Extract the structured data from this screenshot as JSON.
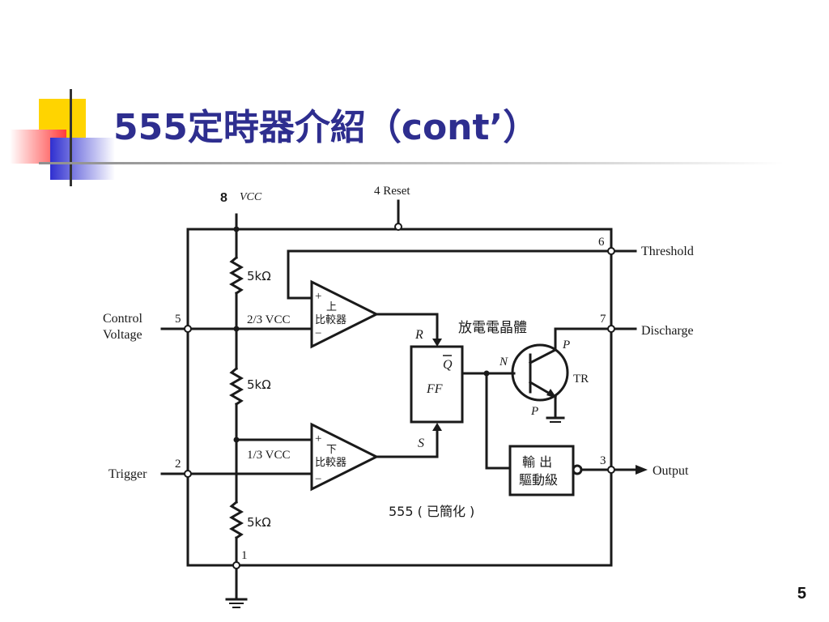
{
  "slide": {
    "title_prefix": "555",
    "title_cjk": "定時器介紹（",
    "title_suffix": "cont’",
    "title_close": "）",
    "page_number": "5"
  },
  "diagram": {
    "pin8": "8",
    "vcc_label": "VCC",
    "reset": "4 Reset",
    "pin6": "6",
    "threshold": "Threshold",
    "pin7": "7",
    "discharge": "Discharge",
    "pin5": "5",
    "control_line1": "Control",
    "control_line2": "Voltage",
    "pin2": "2",
    "trigger": "Trigger",
    "pin3": "3",
    "output": "Output",
    "pin1": "1",
    "resistor_top": "5kΩ",
    "resistor_mid": "5kΩ",
    "resistor_bot": "5kΩ",
    "two_thirds": "2/3 VCC",
    "one_third": "1/3 VCC",
    "upper_comp_plus": "+",
    "upper_comp_minus": "−",
    "upper_comp_mark": "上",
    "upper_comp_name": "比較器",
    "lower_comp_plus": "+",
    "lower_comp_minus": "−",
    "lower_comp_mark": "下",
    "lower_comp_name": "比較器",
    "ff_r": "R",
    "ff_s": "S",
    "ff_qbar": "Q",
    "ff_label": "FF",
    "transistor_title": "放電電晶體",
    "transistor_n": "N",
    "transistor_p_top": "P",
    "transistor_p_bot": "P",
    "transistor_tr": "TR",
    "driver_line1": "輸 出",
    "driver_line2": "驅動級",
    "chip_caption": "555 ( 已簡化 )"
  },
  "colors": {
    "title": "#2e2e8f",
    "deco_yellow": "#ffd400",
    "deco_red": "#ff4d4d",
    "deco_blue": "#3a3ad0"
  }
}
